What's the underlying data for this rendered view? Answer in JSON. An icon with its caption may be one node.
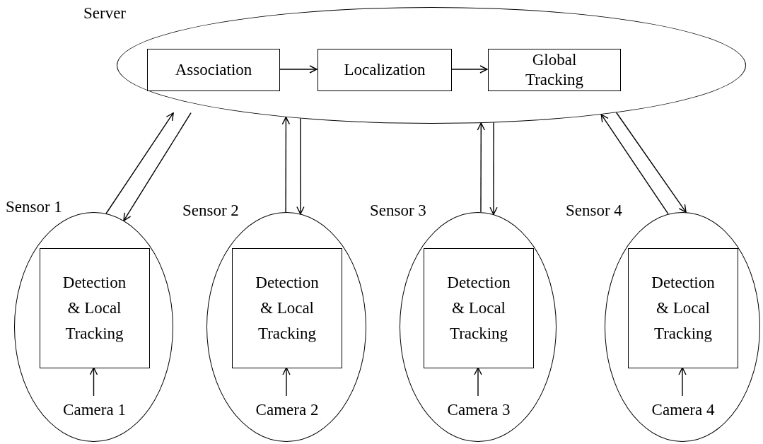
{
  "diagram": {
    "nodes": [
      {
        "text": [
          "Server"
        ]
      },
      {
        "text": [
          "Association"
        ],
        "in": 0
      },
      {
        "text": [
          "Localization"
        ],
        "in": 0
      },
      {
        "text": [
          "Global Tracking"
        ],
        "in": 0
      },
      {
        "text": [
          "Sensor 1"
        ]
      },
      {
        "text": [
          "Detection & Local Tracking"
        ],
        "in": 4
      },
      {
        "text": [
          "Camera 1"
        ],
        "in": 4
      },
      {
        "text": [
          "Sensor 2"
        ]
      },
      {
        "text": [
          "Detection & Local Tracking"
        ],
        "in": 7
      },
      {
        "text": [
          "Camera 2"
        ],
        "in": 7
      },
      {
        "text": [
          "Sensor 3"
        ]
      },
      {
        "text": [
          "Detection & Local Tracking"
        ],
        "in": 10
      },
      {
        "text": [
          "Camera 3"
        ],
        "in": 10
      },
      {
        "text": [
          "Sensor 4"
        ]
      },
      {
        "text": [
          "Detection & Local Tracking"
        ],
        "in": 13
      },
      {
        "text": [
          "Camera 4"
        ],
        "in": 13
      }
    ],
    "edges": [
      {
        "from": 1,
        "to": 2,
        "arrow": "to"
      },
      {
        "from": 2,
        "to": 3,
        "arrow": "to"
      },
      {
        "from": 4,
        "to": 0,
        "arrow": "to"
      },
      {
        "from": 0,
        "to": 4,
        "arrow": "to"
      },
      {
        "from": 6,
        "to": 5,
        "arrow": "to"
      },
      {
        "from": 7,
        "to": 0,
        "arrow": "to"
      },
      {
        "from": 0,
        "to": 7,
        "arrow": "to"
      },
      {
        "from": 9,
        "to": 8,
        "arrow": "to"
      },
      {
        "from": 10,
        "to": 0,
        "arrow": "to"
      },
      {
        "from": 0,
        "to": 10,
        "arrow": "to"
      },
      {
        "from": 12,
        "to": 11,
        "arrow": "to"
      },
      {
        "from": 13,
        "to": 0,
        "arrow": "to"
      },
      {
        "from": 0,
        "to": 13,
        "arrow": "to"
      },
      {
        "from": 15,
        "to": 14,
        "arrow": "to"
      }
    ]
  }
}
